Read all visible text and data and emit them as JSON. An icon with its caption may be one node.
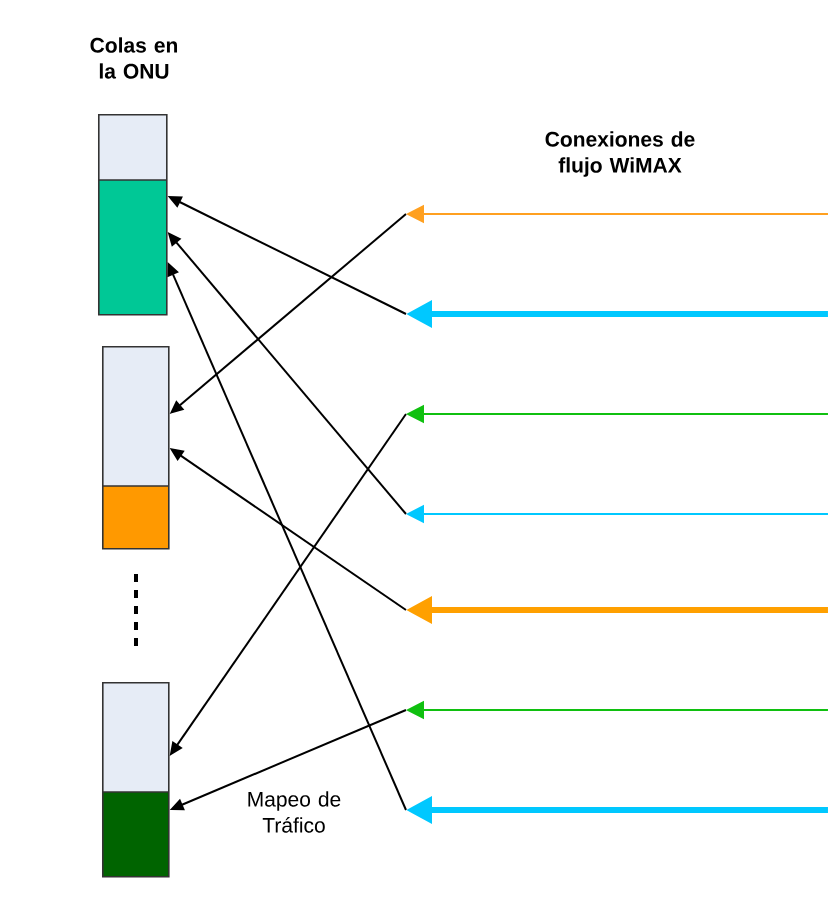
{
  "diagram": {
    "nodes": [
      {
        "text": [],
        "shape": "bar"
      },
      {
        "text": [],
        "shape": "bar"
      },
      {
        "text": [],
        "shape": "bar"
      }
    ],
    "edges": [
      {
        "from": null,
        "to": 1,
        "arrow": "to",
        "color": "#ffa020"
      },
      {
        "from": null,
        "to": 0,
        "arrow": "to",
        "color": "#00c8ff",
        "style": "thick"
      },
      {
        "from": null,
        "to": 2,
        "arrow": "to",
        "color": "#10c010"
      },
      {
        "from": null,
        "to": 0,
        "arrow": "to",
        "color": "#00c8ff"
      },
      {
        "from": null,
        "to": 1,
        "arrow": "to",
        "color": "#ffa000",
        "style": "thick"
      },
      {
        "from": null,
        "to": 2,
        "arrow": "to",
        "color": "#10c010"
      },
      {
        "from": null,
        "to": 0,
        "arrow": "to",
        "color": "#00c8ff",
        "style": "thick"
      }
    ],
    "labels": [
      "Colas en la ONU",
      "Conexiones de flujo WiMAX",
      "Mapeo de Tráfico"
    ]
  }
}
